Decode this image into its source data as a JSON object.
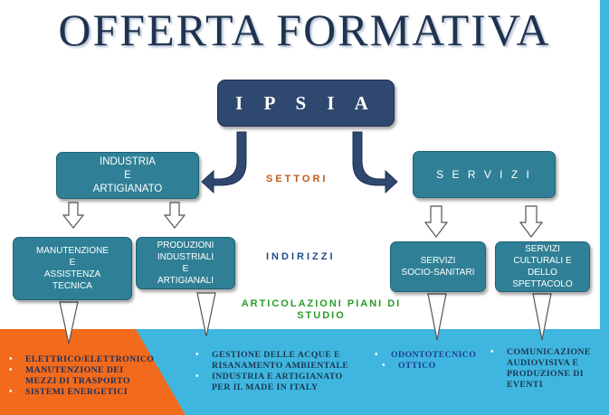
{
  "title": "OFFERTA FORMATIVA",
  "root": "I P S I A",
  "sectors": {
    "left": [
      "INDUSTRIA",
      "E",
      "ARTIGIANATO"
    ],
    "right": "S E R V I Z I"
  },
  "labels": {
    "settori": "SETTORI",
    "indirizzi": "INDIRIZZI",
    "articolazioni": [
      "ARTICOLAZIONI PIANI DI",
      "STUDIO"
    ]
  },
  "indirizzi": {
    "manutenzione": [
      "MANUTENZIONE",
      "E",
      "ASSISTENZA",
      "TECNICA"
    ],
    "produzioni": [
      "PRODUZIONI",
      "INDUSTRIALI",
      "E",
      "ARTIGIANALI"
    ],
    "socio_sanitari": [
      "SERVIZI",
      "SOCIO-SANITARI"
    ],
    "culturali": [
      "SERVIZI",
      "CULTURALI E",
      "DELLO",
      "SPETTACOLO"
    ]
  },
  "articolazioni": {
    "manutenzione": [
      "ELETTRICO/ELETTRONICO",
      "MANUTENZIONE  DEI",
      "MEZZI DI TRASPORTO",
      "SISTEMI ENERGETICI"
    ],
    "produzioni": [
      "GESTIONE DELLE ACQUE E",
      "RISANAMENTO AMBIENTALE",
      "INDUSTRIA E ARTIGIANATO",
      "PER IL MADE  IN ITALY"
    ],
    "socio_sanitari": [
      "ODONTOTECNICO",
      "OTTICO"
    ],
    "culturali": [
      "COMUNICAZIONE",
      "AUDIOVISIVA E",
      "PRODUZIONE DI",
      "EVENTI"
    ]
  },
  "bullet_glyph": "•",
  "colors": {
    "title": "#1f3350",
    "root_box": "#2f4870",
    "boxes": "#2f8096",
    "settori": "#c0561a",
    "indirizzi": "#1f4e8c",
    "articolazioni": "#2a9a2a",
    "band_blue": "#3fb6e0",
    "band_orange": "#f26a1b"
  }
}
